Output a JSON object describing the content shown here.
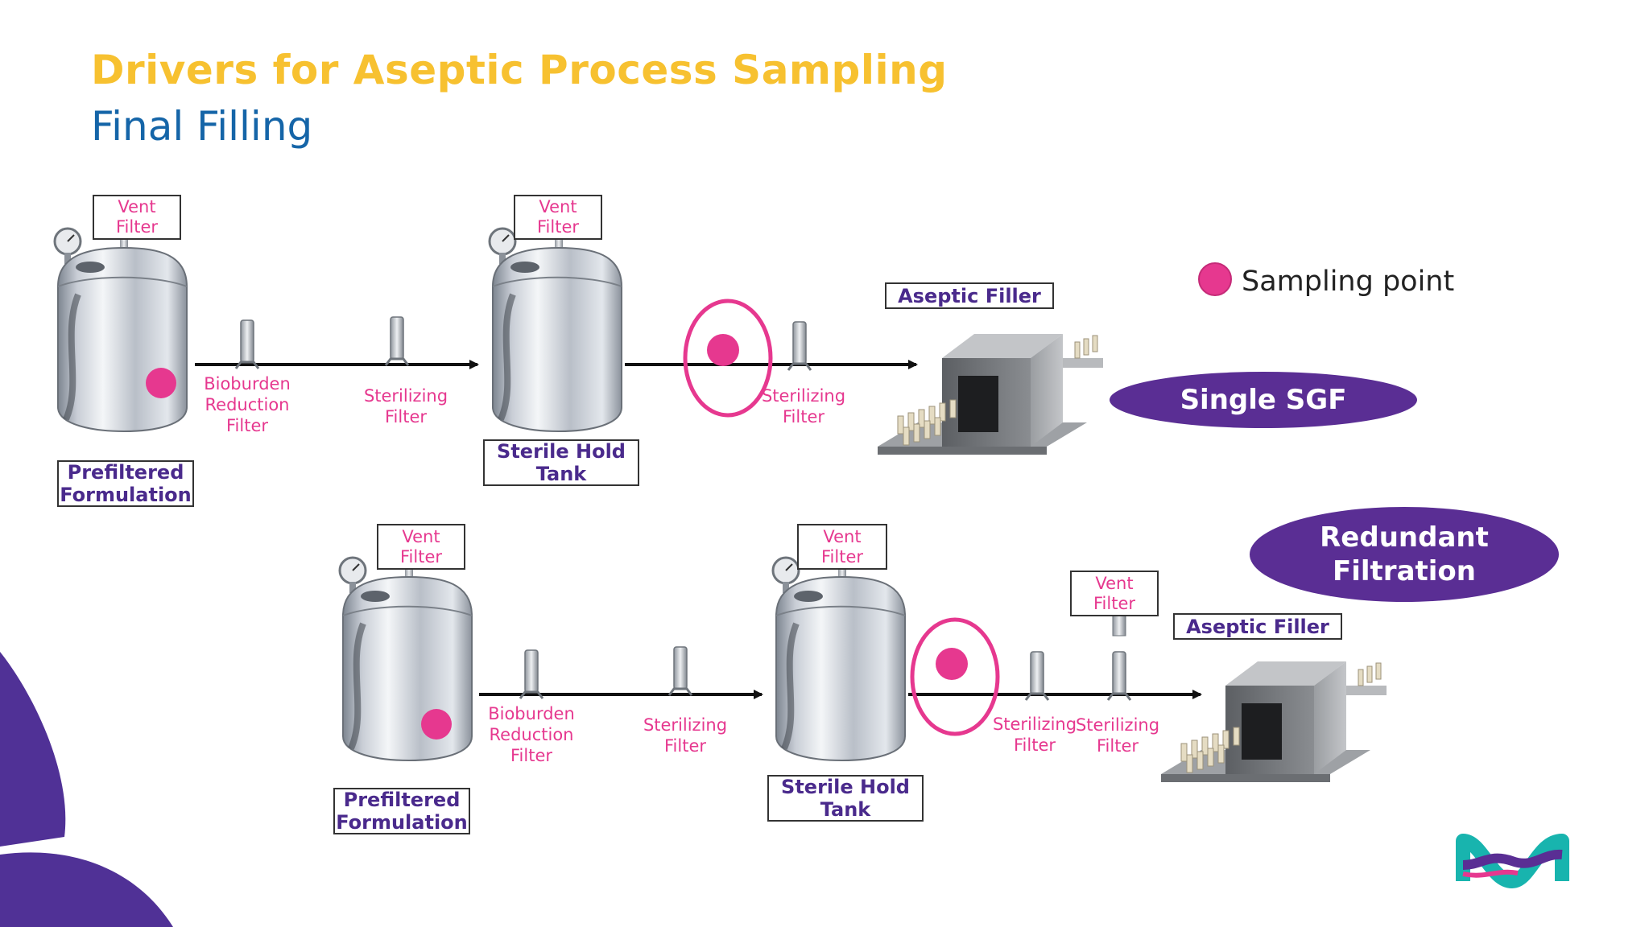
{
  "slide": {
    "title": "Drivers for Aseptic Process Sampling",
    "subtitle": "Final Filling"
  },
  "labels": {
    "vent": [
      "Vent",
      "Filter"
    ],
    "bioburden": [
      "Bioburden",
      "Reduction",
      "Filter"
    ],
    "sterilizing": [
      "Sterilizing",
      "Filter"
    ],
    "prefiltered": [
      "Prefiltered",
      "Formulation"
    ],
    "sterile_hold": [
      "Sterile Hold",
      "Tank"
    ],
    "aseptic_filler": "Aseptic Filler"
  },
  "legend": {
    "sampling_point": "Sampling point"
  },
  "badges": {
    "single": "Single SGF",
    "redundant": [
      "Redundant",
      "Filtration"
    ]
  },
  "colors": {
    "title": "#f7c130",
    "subtitle": "#1565a8",
    "sample_point": "#e6388f",
    "badge": "#5a2e94",
    "label_text": "#4a2a8c"
  }
}
